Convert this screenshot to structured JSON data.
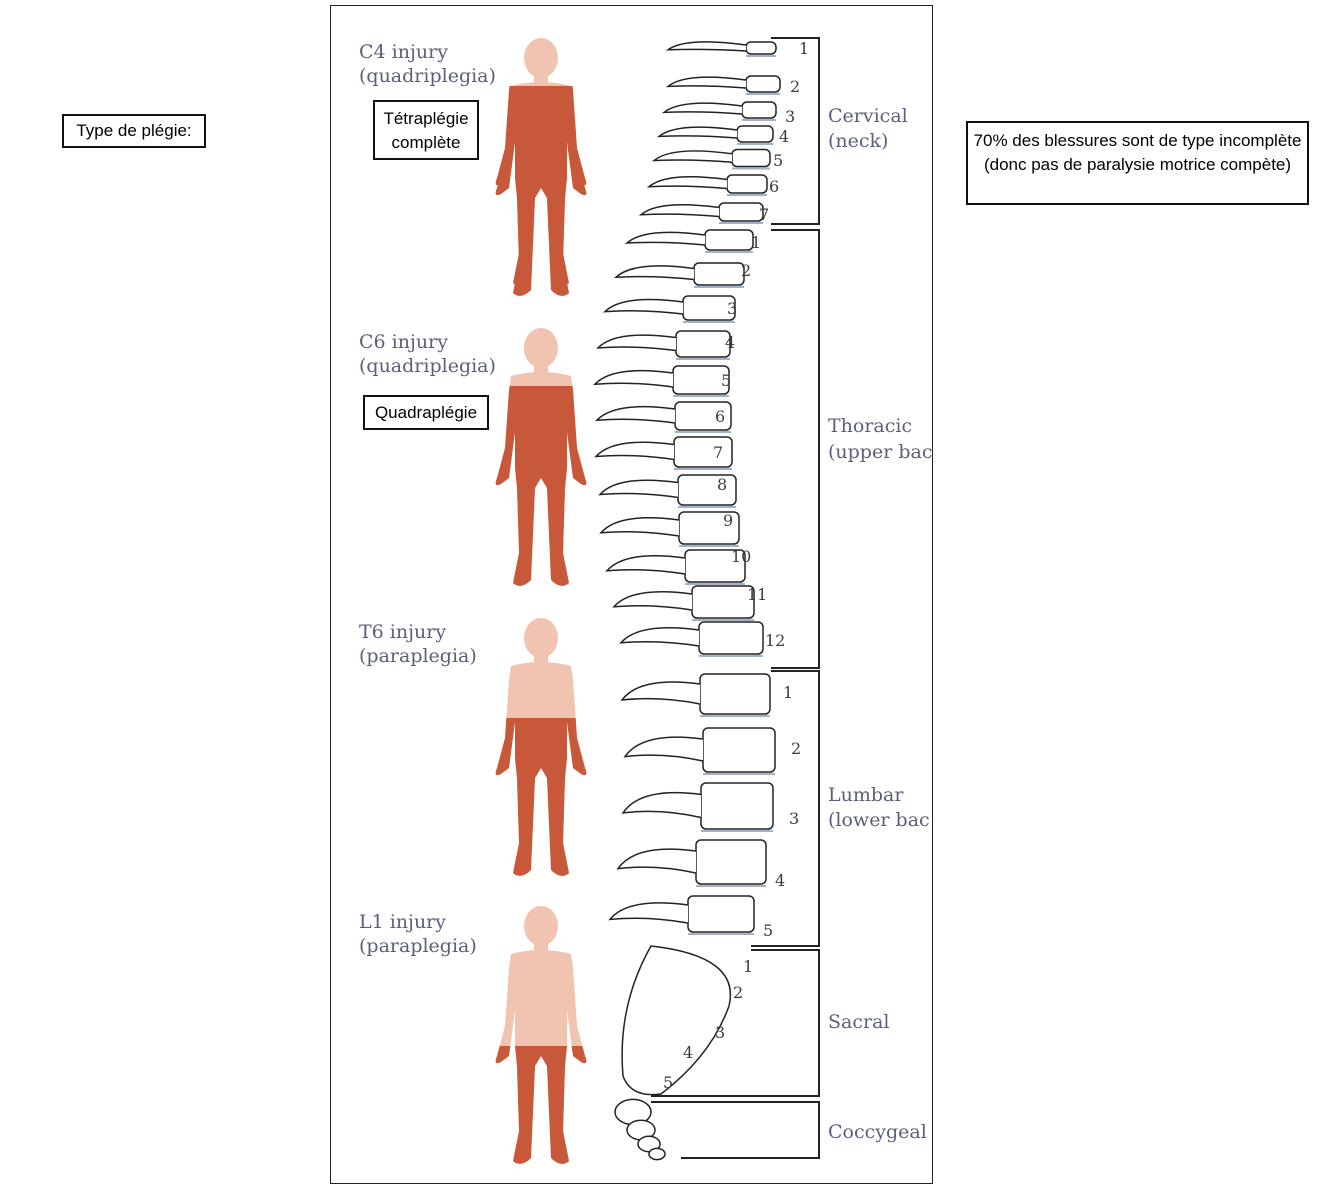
{
  "type_label": "Type de plégie:",
  "stat_note": "70% des blessures sont de type incomplète (donc pas de paralysie motrice compète)",
  "injuries": [
    {
      "title": "C4 injury",
      "subtitle": "(quadriplegia)",
      "note": "Tétraplégie complète"
    },
    {
      "title": "C6 injury",
      "subtitle": "(quadriplegia)",
      "note": "Quadraplégie"
    },
    {
      "title": "T6 injury",
      "subtitle": "(paraplegia)"
    },
    {
      "title": "L1 injury",
      "subtitle": "(paraplegia)"
    }
  ],
  "regions": [
    {
      "name": "Cervical",
      "detail": "(neck)"
    },
    {
      "name": "Thoracic",
      "detail": "(upper bac"
    },
    {
      "name": "Lumbar",
      "detail": "(lower bac"
    },
    {
      "name": "Sacral"
    },
    {
      "name": "Coccygeal"
    }
  ],
  "vertebra_numbers": {
    "cervical": [
      "1",
      "2",
      "3",
      "4",
      "5",
      "6",
      "7"
    ],
    "thoracic": [
      "1",
      "2",
      "3",
      "4",
      "5",
      "6",
      "7",
      "8",
      "9",
      "10",
      "11",
      "12"
    ],
    "lumbar": [
      "1",
      "2",
      "3",
      "4",
      "5"
    ],
    "sacral": [
      "1",
      "2",
      "3",
      "4",
      "5"
    ]
  },
  "colors": {
    "paralysis": "#c8583a",
    "skin": "#f0c4b0",
    "label_text": "#5b5f7a"
  }
}
